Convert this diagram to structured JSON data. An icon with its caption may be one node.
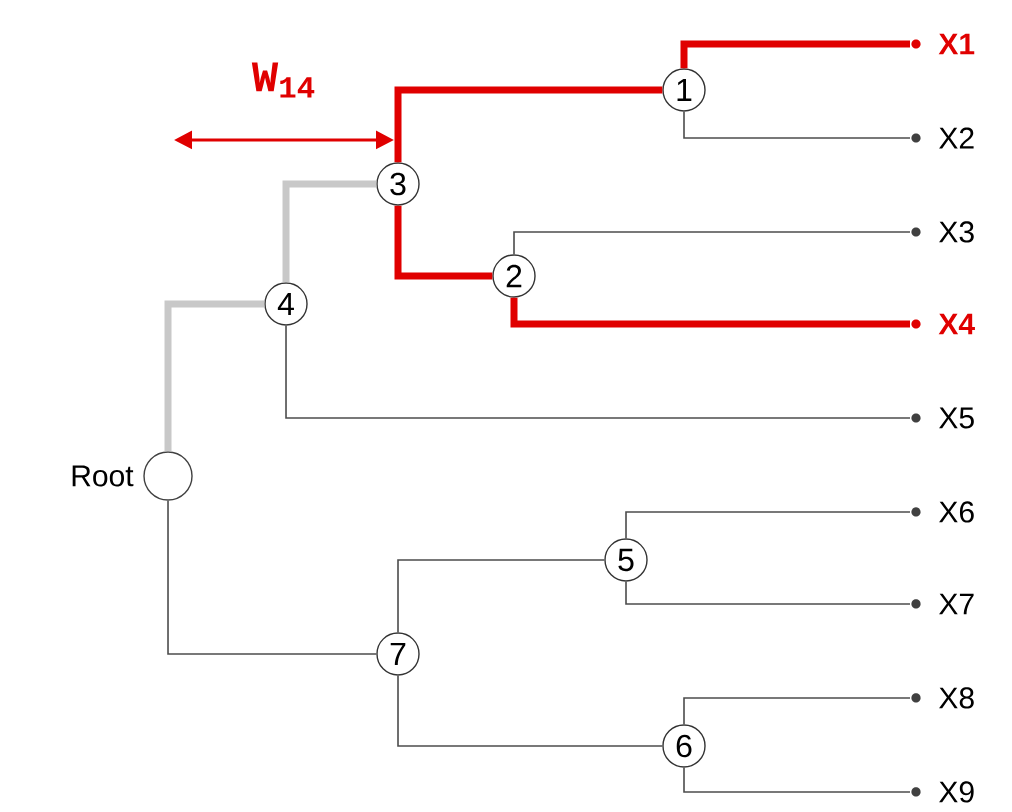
{
  "diagram": {
    "nodes": [
      {
        "text": [],
        "shape": "circle",
        "beside": [
          "Root"
        ]
      },
      {
        "text": [
          "1"
        ]
      },
      {
        "text": [
          "2"
        ]
      },
      {
        "text": [
          "3"
        ]
      },
      {
        "text": [
          "4"
        ]
      },
      {
        "text": [
          "5"
        ]
      },
      {
        "text": [
          "6"
        ]
      },
      {
        "text": [
          "7"
        ]
      },
      {
        "text": [
          "X1"
        ]
      },
      {
        "text": [
          "X2"
        ]
      },
      {
        "text": [
          "X3"
        ]
      },
      {
        "text": [
          "X4"
        ]
      },
      {
        "text": [
          "X5"
        ]
      },
      {
        "text": [
          "X6"
        ]
      },
      {
        "text": [
          "X7"
        ]
      },
      {
        "text": [
          "X8"
        ]
      },
      {
        "text": [
          "X9"
        ]
      }
    ],
    "edges": [
      {
        "from": 0,
        "to": 4,
        "arrow": "none",
        "style": "thick",
        "color": "#c8c8c8"
      },
      {
        "from": 0,
        "to": 7,
        "arrow": "none"
      },
      {
        "from": 4,
        "to": 3,
        "arrow": "none",
        "style": "thick",
        "color": "#c8c8c8"
      },
      {
        "from": 4,
        "to": 12,
        "arrow": "none"
      },
      {
        "from": 3,
        "to": 1,
        "arrow": "none",
        "style": "thick",
        "color": "#e00000"
      },
      {
        "from": 3,
        "to": 2,
        "arrow": "none",
        "style": "thick",
        "color": "#e00000"
      },
      {
        "from": 1,
        "to": 8,
        "arrow": "none",
        "style": "thick",
        "color": "#e00000"
      },
      {
        "from": 1,
        "to": 9,
        "arrow": "none"
      },
      {
        "from": 2,
        "to": 10,
        "arrow": "none"
      },
      {
        "from": 2,
        "to": 11,
        "arrow": "none",
        "style": "thick",
        "color": "#e00000"
      },
      {
        "from": 7,
        "to": 5,
        "arrow": "none"
      },
      {
        "from": 7,
        "to": 6,
        "arrow": "none"
      },
      {
        "from": 5,
        "to": 13,
        "arrow": "none"
      },
      {
        "from": 5,
        "to": 14,
        "arrow": "none"
      },
      {
        "from": 6,
        "to": 15,
        "arrow": "none"
      },
      {
        "from": 6,
        "to": 16,
        "arrow": "none"
      }
    ],
    "labels": [
      "W$_{14}$"
    ]
  }
}
